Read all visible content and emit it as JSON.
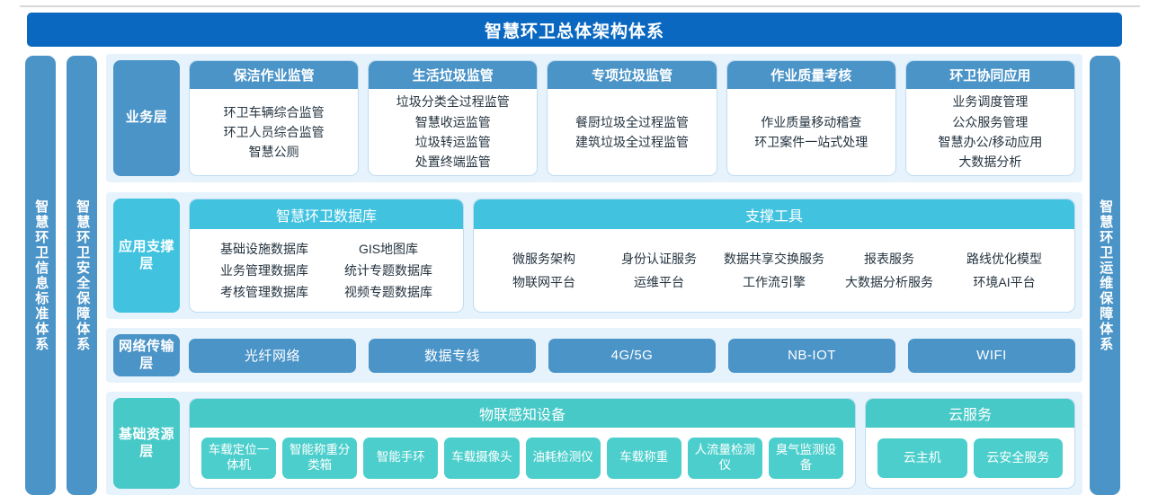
{
  "title": "智慧环卫总体架构体系",
  "side_bars": [
    {
      "name": "info-standard",
      "label": "智慧环卫信息标准体系"
    },
    {
      "name": "security-guarantee",
      "label": "智慧环卫安全保障体系"
    },
    {
      "name": "ops-guarantee",
      "label": "智慧环卫运维保障体系"
    }
  ],
  "layers": {
    "business": {
      "label": "业务层",
      "cards": [
        {
          "header": "保洁作业监管",
          "items": [
            "环卫车辆综合监管",
            "环卫人员综合监管",
            "智慧公厕"
          ]
        },
        {
          "header": "生活垃圾监管",
          "items": [
            "垃圾分类全过程监管",
            "智慧收运监管",
            "垃圾转运监管",
            "处置终端监管"
          ]
        },
        {
          "header": "专项垃圾监管",
          "items": [
            "餐厨垃圾全过程监管",
            "建筑垃圾全过程监管"
          ]
        },
        {
          "header": "作业质量考核",
          "items": [
            "作业质量移动稽查",
            "环卫案件一站式处理"
          ]
        },
        {
          "header": "环卫协同应用",
          "items": [
            "业务调度管理",
            "公众服务管理",
            "智慧办公/移动应用",
            "大数据分析"
          ]
        }
      ]
    },
    "app_support": {
      "label": "应用支撑层",
      "database": {
        "header": "智慧环卫数据库",
        "items": [
          "基础设施数据库",
          "GIS地图库",
          "业务管理数据库",
          "统计专题数据库",
          "考核管理数据库",
          "视频专题数据库"
        ]
      },
      "tools": {
        "header": "支撑工具",
        "items": [
          "微服务架构",
          "身份认证服务",
          "数据共享交换服务",
          "报表服务",
          "路线优化模型",
          "物联网平台",
          "运维平台",
          "工作流引擎",
          "大数据分析服务",
          "环境AI平台"
        ]
      }
    },
    "network": {
      "label": "网络传输层",
      "items": [
        "光纤网络",
        "数据专线",
        "4G/5G",
        "NB-IOT",
        "WIFI"
      ]
    },
    "infrastructure": {
      "label": "基础资源层",
      "iot": {
        "header": "物联感知设备",
        "items": [
          "车载定位一体机",
          "智能称重分类箱",
          "智能手环",
          "车载摄像头",
          "油耗检测仪",
          "车载称重",
          "人流量检测仪",
          "臭气监测设备"
        ]
      },
      "cloud": {
        "header": "云服务",
        "items": [
          "云主机",
          "云安全服务"
        ]
      }
    }
  },
  "colors": {
    "title_blue": "#0b68c0",
    "layer_blue": "#4b94c8",
    "layer_cyan": "#41c3e0",
    "layer_teal": "#47c9c7",
    "band_bg": "#e6f3fc",
    "chip_teal": "#4ccfcc"
  }
}
